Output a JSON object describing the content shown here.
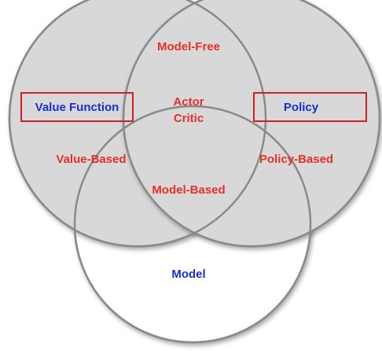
{
  "colors": {
    "region_label": "#e8302a",
    "set_label": "#1a2fd0",
    "circle_fill": "#d8d8d8",
    "circle_stroke": "#8a8a8a",
    "bottom_fill": "#ffffff",
    "box_stroke": "#d42020"
  },
  "diagram": {
    "sets": {
      "value_function": "Value Function",
      "policy": "Policy",
      "model": "Model"
    },
    "regions": {
      "model_free": "Model-Free",
      "actor": "Actor",
      "critic": "Critic",
      "value_based": "Value-Based",
      "policy_based": "Policy-Based",
      "model_based": "Model-Based"
    }
  }
}
